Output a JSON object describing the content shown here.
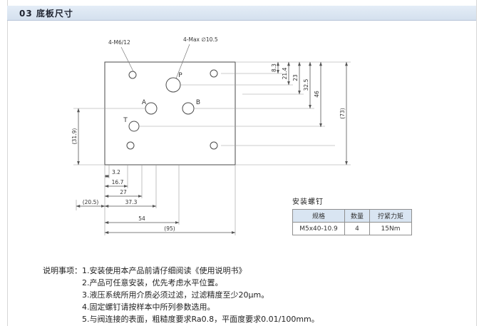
{
  "header": {
    "title": "03 底板尺寸"
  },
  "drawing": {
    "labels": {
      "hole_note_thread": "4-M6/12",
      "hole_note_max": "4-Max ∅10.5",
      "port_p": "P",
      "port_a": "A",
      "port_b": "B",
      "port_t": "T"
    },
    "dims_vertical_right": [
      "8.3",
      "21.4",
      "23",
      "32.5",
      "46",
      "(73)"
    ],
    "dims_horizontal_bottom": [
      "3.2",
      "16.7",
      "27",
      "37.3",
      "54",
      "(95)"
    ],
    "dim_left_vertical": "(31.9)",
    "dim_left_offset": "(20.5)"
  },
  "screw_table": {
    "title": "安装螺钉",
    "headers": [
      "规格",
      "数量",
      "拧紧力矩"
    ],
    "rows": [
      [
        "M5x40-10.9",
        "4",
        "15Nm"
      ]
    ]
  },
  "notes": {
    "label": "说明事项：",
    "items": [
      "1.安装使用本产品前请仔细阅读《使用说明书》",
      "2.产品可任意安装，优先考虑水平位置。",
      "3.液压系统所用介质必须过滤，过滤精度至少20μm。",
      "4.固定螺钉请按样本中所列参数选用。",
      "5.与阀连接的表面，粗糙度要求Ra0.8，平面度要求0.01/100mm。"
    ]
  }
}
